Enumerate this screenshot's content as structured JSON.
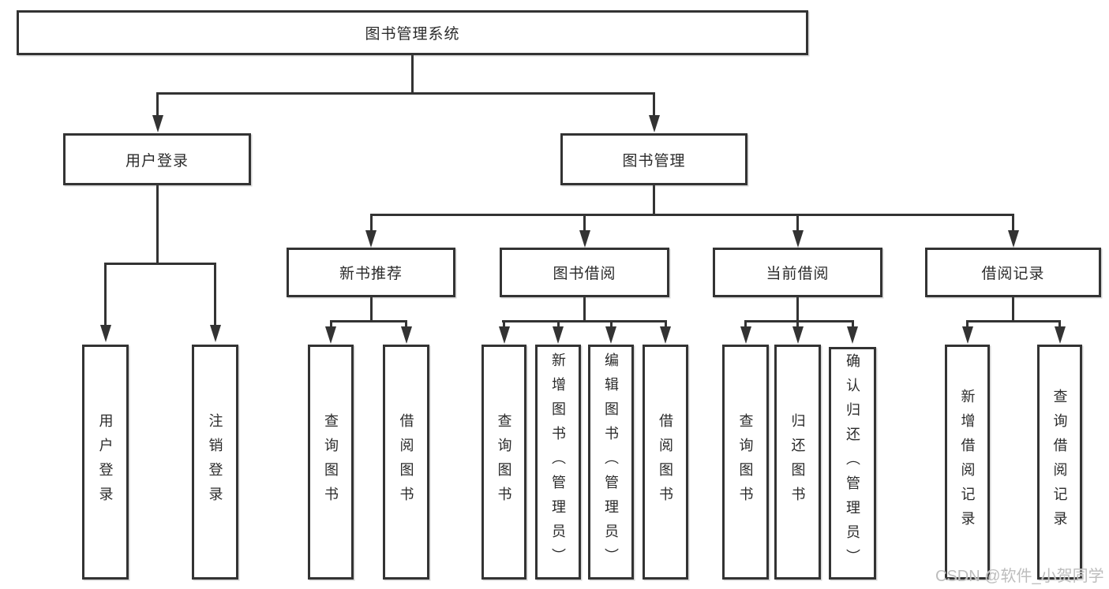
{
  "diagram": {
    "title": "图书管理系统",
    "level2": [
      {
        "label": "用户登录"
      },
      {
        "label": "图书管理"
      }
    ],
    "level3": [
      {
        "label": "新书推荐"
      },
      {
        "label": "图书借阅"
      },
      {
        "label": "当前借阅"
      },
      {
        "label": "借阅记录"
      }
    ],
    "leaves": {
      "login": [
        "用户登录",
        "注销登录"
      ],
      "recommend": [
        "查询图书",
        "借阅图书"
      ],
      "borrow": [
        "查询图书",
        "新增图书（管理员）",
        "编辑图书（管理员）",
        "借阅图书"
      ],
      "current": [
        "查询图书",
        "归还图书",
        "确认归还（管理员）"
      ],
      "records": [
        "新增借阅记录",
        "查询借阅记录"
      ]
    }
  },
  "watermark": "CSDN @软件_小贺同学",
  "colors": {
    "line": "#333333",
    "text": "#2b2b2b",
    "watermark": "#bdbdbd"
  }
}
